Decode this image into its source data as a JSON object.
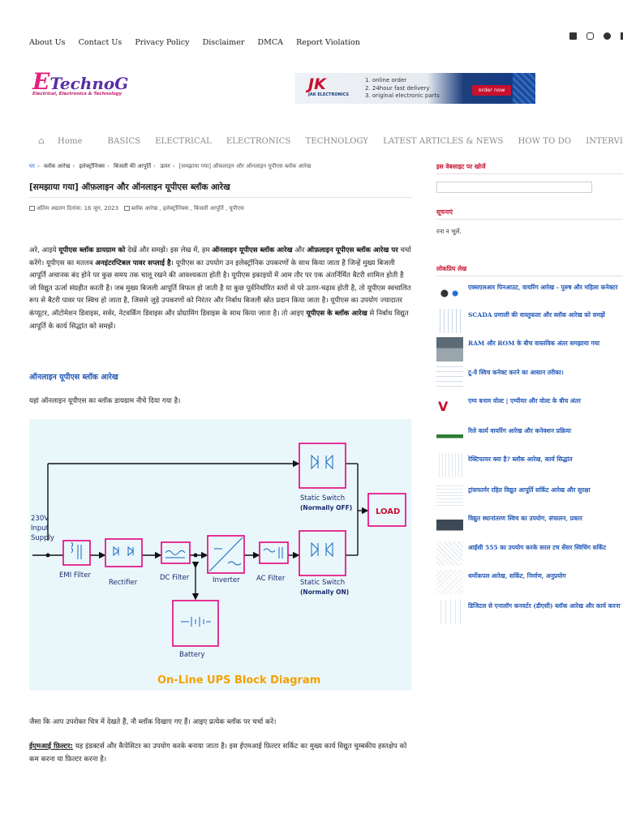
{
  "topbar": {
    "links": [
      "About Us",
      "Contact Us",
      "Privacy Policy",
      "Disclaimer",
      "DMCA",
      "Report Violation"
    ]
  },
  "logo": {
    "first_letter": "E",
    "rest": "TechnoG",
    "tagline": "Electrical, Electronics & Technology"
  },
  "ad": {
    "brand": "JK",
    "brand_sub": "JAK ELECTRONICS",
    "items": [
      "1. online order",
      "2. 24hour fast delivery",
      "3. original electronic parts"
    ],
    "button": "order now"
  },
  "nav": {
    "items": [
      "Home",
      "BASICS",
      "ELECTRICAL",
      "ELECTRONICS",
      "TECHNOLOGY",
      "LATEST ARTICLES & NEWS",
      "HOW TO DO",
      "INTERVIEW Q"
    ]
  },
  "breadcrumb": {
    "items": [
      "घर",
      "ब्लॉक आरेख",
      "इलेक्ट्रॉनिक्स",
      "बिजली की आपूर्ति",
      "ऊपर"
    ],
    "current": "[समझाया गया] ऑफ़लाइन और ऑनलाइन यूपीएस ब्लॉक आरेख"
  },
  "article": {
    "title": "[समझाया गया] ऑफ़लाइन और ऑनलाइन यूपीएस ब्लॉक आरेख",
    "updated": "अंतिम अद्यतन दिनांक: 16 जून, 2023",
    "categories": "ब्लॉक आरेख , इलेक्ट्रॉनिक्स , बिजली आपूर्ति , यूपीएस",
    "intro": {
      "a": "अरे, आइये ",
      "b": "यूपीएस ब्लॉक डायग्राम को",
      "c": " देखें और समझें। इस लेख में, हम ",
      "d": "ऑनलाइन यूपीएस ब्लॉक आरेख",
      "e": " और ",
      "f": "ऑफ़लाइन यूपीएस ब्लॉक आरेख पर",
      "g": " चर्चा करेंगे। यूपीएस का मतलब ",
      "h": "अनइंटरप्टिबल पावर सप्लाई है",
      "i": "। यूपीएस का उपयोग उन इलेक्ट्रॉनिक उपकरणों के साथ किया जाता है जिन्हें मुख्य बिजली आपूर्ति अचानक बंद होने पर कुछ समय तक चालू रखने की आवश्यकता होती है। यूपीएस इकाइयों में आम तौर पर एक अंतर्निर्मित बैटरी शामिल होती है जो विद्युत ऊर्जा संग्रहीत करती है। जब मुख्य बिजली आपूर्ति विफल हो जाती है या कुछ पूर्वनिर्धारित स्तरों से परे उतार-चढ़ाव होती है, तो यूपीएस स्वचालित रूप से बैटरी पावर पर स्विच हो जाता है, जिससे जुड़े उपकरणों को निरंतर और निर्बाध बिजली स्रोत प्रदान किया जाता है। यूपीएस का उपयोग ज्यादातर कंप्यूटर, ऑटोमेशन डिवाइस, सर्वर, नेटवर्किंग डिवाइस और प्रोग्रामिंग डिवाइस के साथ किया जाता है। तो आइए ",
      "j": "यूपीएस के ब्लॉक आरेख",
      "k": " से निर्बाध विद्युत आपूर्ति के कार्य सिद्धांत को समझें।"
    },
    "section_heading": "ऑनलाइन यूपीएस ब्लॉक आरेख",
    "section_intro": "यहां ऑनलाइन यूपीएस का ब्लॉक डायग्राम नीचे दिया गया है।",
    "after_diagram": "जैसा कि आप उपरोक्त चित्र में देखते हैं, नौ ब्लॉक दिखाए गए हैं। आइए प्रत्येक ब्लॉक पर चर्चा करें।",
    "emi_label": "ईएमआई फ़िल्टर:",
    "emi_text": " यह इंडक्टर्स और कैपेसिटर का उपयोग करके बनाया जाता है। इस ईएमआई फ़िल्टर सर्किट का मुख्य कार्य विद्युत चुम्बकीय हस्तक्षेप को कम करना या फ़िल्टर करना है।"
  },
  "diagram": {
    "input_label": [
      "230V",
      "Input",
      "Supply"
    ],
    "blocks": {
      "emi": "EMI Filter",
      "rectifier": "Rectifier",
      "dc_filter": "DC Filter",
      "inverter": "Inverter",
      "ac_filter": "AC Filter",
      "static_switch_off": "Static Switch",
      "static_switch_off_state": "(Normally OFF)",
      "static_switch_on": "Static Switch",
      "static_switch_on_state": "(Normally ON)",
      "load": "LOAD",
      "battery": "Battery"
    },
    "caption": "On-Line UPS Block Diagram",
    "colors": {
      "block": "#e6007e",
      "line": "#111111",
      "caption": "#f5a000",
      "label": "#1a2a6c"
    }
  },
  "sidebar": {
    "search_heading": "इस वेबसाइट पर खोजें",
    "notices_heading": "सूचनाएं",
    "notices_text": "रना न भूलें.",
    "popular_heading": "लोकप्रिय लेख",
    "popular": [
      "एक्सएलआर पिनआउट, वायरिंग आरेख - पुरुष और महिला कनेक्टर",
      "SCADA प्रणाली की वास्तुकला और ब्लॉक आरेख को समझें",
      "RAM और ROM के बीच वास्तविक अंतर समझाया गया",
      "टू-वे स्विच कनेक्ट करने का आसान तरीका।",
      "एम्प बनाम वोल्ट | एम्पीयर और वोल्ट के बीच अंतर",
      "रिले कार्य वायरिंग आरेख और कनेक्शन प्रक्रिया",
      "रेक्टिफायर क्या है? ब्लॉक आरेख, कार्य सिद्धांत",
      "ट्रांसफार्मर रहित विद्युत आपूर्ति सर्किट आरेख और सुरक्षा",
      "विद्युत स्थानांतरण स्विच का उपयोग, संचालन, प्रकार",
      "आईसी 555 का उपयोग करके सरल टच सेंसर स्विचिंग सर्किट",
      "थर्मोकपल आरेख, सर्किट, निर्माण, अनुप्रयोग",
      "डिजिटल से एनालॉग कनवर्टर (डीएसी) ब्लॉक आरेख और कार्य करना"
    ]
  }
}
